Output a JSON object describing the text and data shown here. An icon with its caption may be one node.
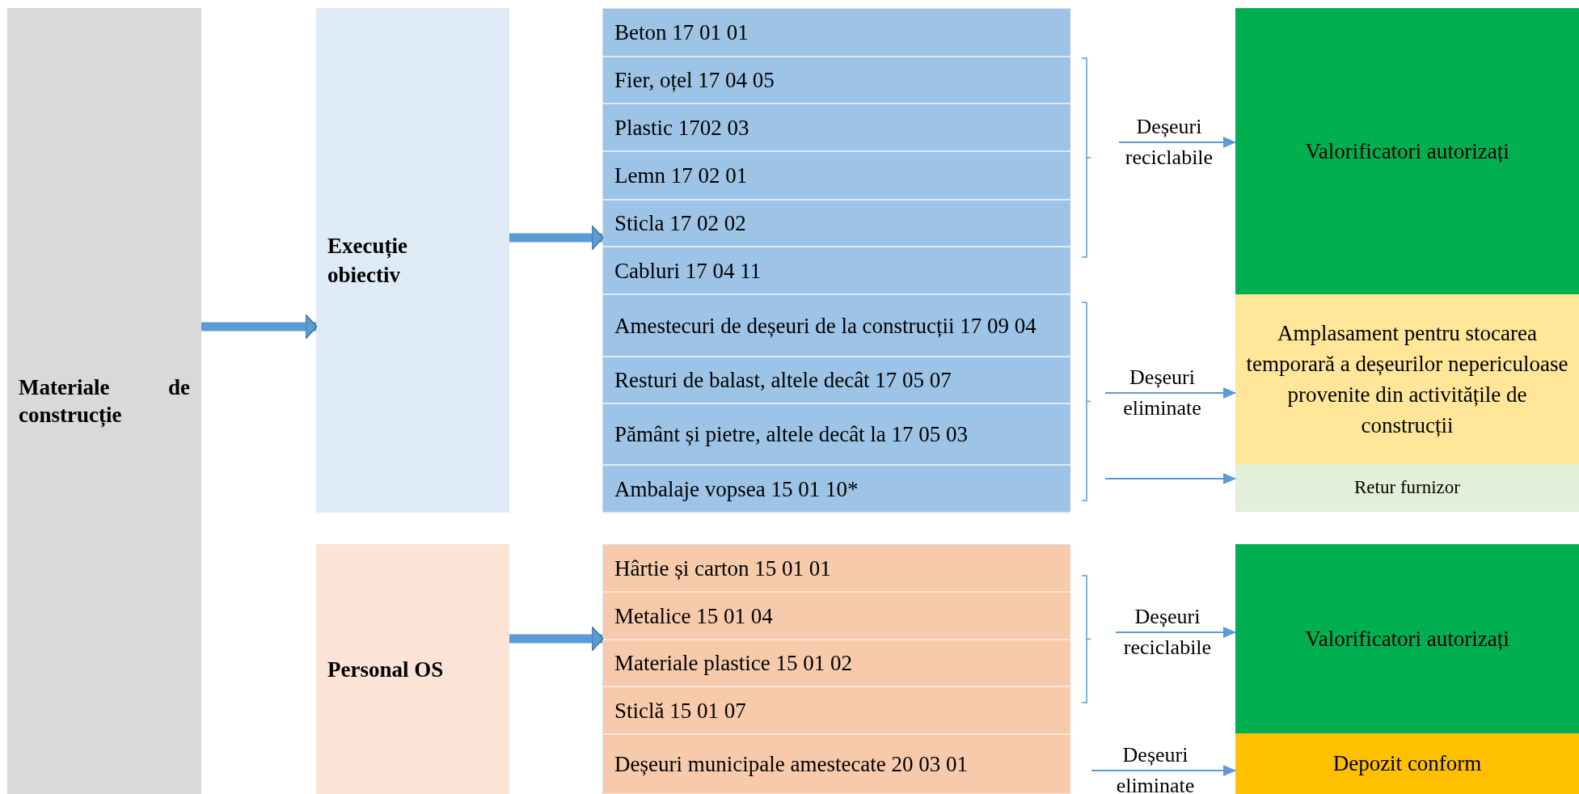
{
  "diagram": {
    "nodes": [
      {
        "text": [
          "Materiale de construcție"
        ]
      },
      {
        "text": [
          "Execuție obiectiv"
        ]
      },
      {
        "text": [],
        "shape": "box"
      },
      {
        "text": [
          "Beton 17 01 01"
        ],
        "in": 2
      },
      {
        "text": [
          "Fier, oțel 17 04 05"
        ],
        "in": 2
      },
      {
        "text": [
          "Plastic 1702 03"
        ],
        "in": 2
      },
      {
        "text": [
          "Lemn 17 02 01"
        ],
        "in": 2
      },
      {
        "text": [
          "Sticla 17 02 02"
        ],
        "in": 2
      },
      {
        "text": [
          "Cabluri 17 04 11"
        ],
        "in": 2
      },
      {
        "text": [
          "Amestecuri de deșeuri de la construcții 17 09 04"
        ],
        "in": 2
      },
      {
        "text": [
          "Resturi de balast, altele decât 17 05 07"
        ],
        "in": 2
      },
      {
        "text": [
          "Pământ și pietre, altele decât la 17 05 03"
        ],
        "in": 2
      },
      {
        "text": [
          "Ambalaje vopsea 15 01 10*"
        ],
        "in": 2
      },
      {
        "text": [
          "Valorificatori autorizați"
        ]
      },
      {
        "text": [
          "Amplasament pentru stocarea temporară a deșeurilor nepericuloase provenite din activitățile de construcții"
        ]
      },
      {
        "text": [
          "Retur furnizor"
        ]
      },
      {
        "text": [
          "Personal OS"
        ]
      },
      {
        "text": [],
        "shape": "box"
      },
      {
        "text": [
          "Hârtie și carton 15 01 01"
        ],
        "in": 17
      },
      {
        "text": [
          "Metalice 15 01 04"
        ],
        "in": 17
      },
      {
        "text": [
          "Materiale plastice 15 01 02"
        ],
        "in": 17
      },
      {
        "text": [
          "Sticlă 15 01 07"
        ],
        "in": 17
      },
      {
        "text": [
          "Deșeuri municipale amestecate 20 03 01"
        ],
        "in": 17
      },
      {
        "text": [
          "Valorificatori autorizați"
        ]
      },
      {
        "text": [
          "Depozit conform"
        ]
      }
    ],
    "edges": [
      {
        "from": 0,
        "to": 1,
        "arrow": "to",
        "style": "thick"
      },
      {
        "from": 1,
        "to": 2,
        "arrow": "to",
        "style": "thick"
      },
      {
        "from": 16,
        "to": 17,
        "arrow": "to",
        "style": "thick"
      },
      {
        "from": null,
        "to": 13,
        "arrow": "to",
        "label": "Deșeuri reciclabile"
      },
      {
        "from": null,
        "to": 14,
        "arrow": "to",
        "label": "Deșeuri eliminate"
      },
      {
        "from": null,
        "to": 15,
        "arrow": "to"
      },
      {
        "from": null,
        "to": 23,
        "arrow": "to",
        "label": "Deșeuri reciclabile"
      },
      {
        "from": null,
        "to": 24,
        "arrow": "to",
        "label": "Deșeuri eliminate"
      }
    ]
  }
}
